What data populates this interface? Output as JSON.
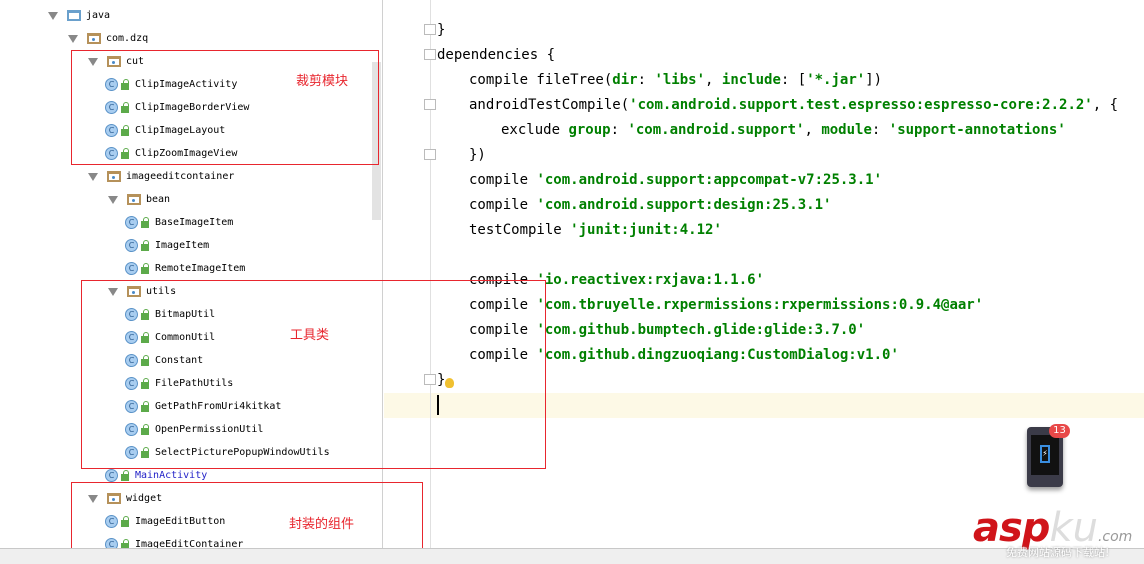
{
  "tree": [
    {
      "label": "java",
      "level": 0,
      "kind": "src"
    },
    {
      "label": "com.dzq",
      "level": 1,
      "kind": "pkg"
    },
    {
      "label": "cut",
      "level": 2,
      "kind": "pkg"
    },
    {
      "label": "ClipImageActivity",
      "level": 3,
      "kind": "class"
    },
    {
      "label": "ClipImageBorderView",
      "level": 3,
      "kind": "class"
    },
    {
      "label": "ClipImageLayout",
      "level": 3,
      "kind": "class"
    },
    {
      "label": "ClipZoomImageView",
      "level": 3,
      "kind": "class"
    },
    {
      "label": "imageeditcontainer",
      "level": 2,
      "kind": "pkg"
    },
    {
      "label": "bean",
      "level": 3,
      "kind": "pkg"
    },
    {
      "label": "BaseImageItem",
      "level": 4,
      "kind": "class"
    },
    {
      "label": "ImageItem",
      "level": 4,
      "kind": "class"
    },
    {
      "label": "RemoteImageItem",
      "level": 4,
      "kind": "class"
    },
    {
      "label": "utils",
      "level": 3,
      "kind": "pkg"
    },
    {
      "label": "BitmapUtil",
      "level": 4,
      "kind": "class"
    },
    {
      "label": "CommonUtil",
      "level": 4,
      "kind": "class"
    },
    {
      "label": "Constant",
      "level": 4,
      "kind": "class"
    },
    {
      "label": "FilePathUtils",
      "level": 4,
      "kind": "class"
    },
    {
      "label": "GetPathFromUri4kitkat",
      "level": 4,
      "kind": "class"
    },
    {
      "label": "OpenPermissionUtil",
      "level": 4,
      "kind": "class"
    },
    {
      "label": "SelectPicturePopupWindowUtils",
      "level": 4,
      "kind": "class"
    },
    {
      "label": "MainActivity",
      "level": 3,
      "kind": "class",
      "blue": true
    },
    {
      "label": "widget",
      "level": 2,
      "kind": "pkg"
    },
    {
      "label": "ImageEditButton",
      "level": 3,
      "kind": "class"
    },
    {
      "label": "ImageEditContainer",
      "level": 3,
      "kind": "class"
    }
  ],
  "annotations": {
    "cut": "裁剪模块",
    "utils": "工具类",
    "widget": "封装的组件"
  },
  "code": [
    {
      "indent": 0,
      "parts": [
        [
          "}",
          ""
        ]
      ]
    },
    {
      "indent": 0,
      "parts": [
        [
          "dependencies {",
          ""
        ]
      ]
    },
    {
      "indent": 1,
      "parts": [
        [
          "compile fileTree(",
          ""
        ],
        [
          "dir",
          "k"
        ],
        [
          ": ",
          ""
        ],
        [
          "'libs'",
          "s"
        ],
        [
          ", ",
          ""
        ],
        [
          "include",
          "k"
        ],
        [
          ": [",
          ""
        ],
        [
          "'*.jar'",
          "s"
        ],
        [
          "])",
          ""
        ]
      ]
    },
    {
      "indent": 1,
      "parts": [
        [
          "androidTestCompile(",
          ""
        ],
        [
          "'com.android.support.test.espresso:espresso-core:2.2.2'",
          "s"
        ],
        [
          ", {",
          ""
        ]
      ]
    },
    {
      "indent": 2,
      "parts": [
        [
          "exclude ",
          ""
        ],
        [
          "group",
          "k"
        ],
        [
          ": ",
          ""
        ],
        [
          "'com.android.support'",
          "s"
        ],
        [
          ", ",
          ""
        ],
        [
          "module",
          "k"
        ],
        [
          ": ",
          ""
        ],
        [
          "'support-annotations'",
          "s"
        ]
      ]
    },
    {
      "indent": 1,
      "parts": [
        [
          "})",
          ""
        ]
      ]
    },
    {
      "indent": 1,
      "parts": [
        [
          "compile ",
          ""
        ],
        [
          "'com.android.support:appcompat-v7:25.3.1'",
          "s"
        ]
      ]
    },
    {
      "indent": 1,
      "parts": [
        [
          "compile ",
          ""
        ],
        [
          "'com.android.support:design:25.3.1'",
          "s"
        ]
      ]
    },
    {
      "indent": 1,
      "parts": [
        [
          "testCompile ",
          ""
        ],
        [
          "'junit:junit:4.12'",
          "s"
        ]
      ]
    },
    {
      "indent": 1,
      "parts": []
    },
    {
      "indent": 1,
      "parts": [
        [
          "compile ",
          ""
        ],
        [
          "'io.reactivex:rxjava:1.1.6'",
          "s"
        ]
      ]
    },
    {
      "indent": 1,
      "parts": [
        [
          "compile ",
          ""
        ],
        [
          "'com.tbruyelle.rxpermissions:rxpermissions:0.9.4@aar'",
          "s"
        ]
      ]
    },
    {
      "indent": 1,
      "parts": [
        [
          "compile ",
          ""
        ],
        [
          "'com.github.bumptech.glide:glide:3.7.0'",
          "s"
        ]
      ]
    },
    {
      "indent": 1,
      "parts": [
        [
          "compile ",
          ""
        ],
        [
          "'com.github.dingzuoqiang:CustomDialog:v1.0'",
          "s"
        ]
      ]
    },
    {
      "indent": 0,
      "parts": [
        [
          "}",
          ""
        ]
      ]
    }
  ],
  "tray": {
    "badge_count": "13"
  },
  "watermark": {
    "brand": "aspku.com",
    "tagline": "免费网站源码下载站!"
  },
  "colors": {
    "annotation": "#e8262e",
    "string": "#008000",
    "current_line": "#fdf9e6"
  }
}
